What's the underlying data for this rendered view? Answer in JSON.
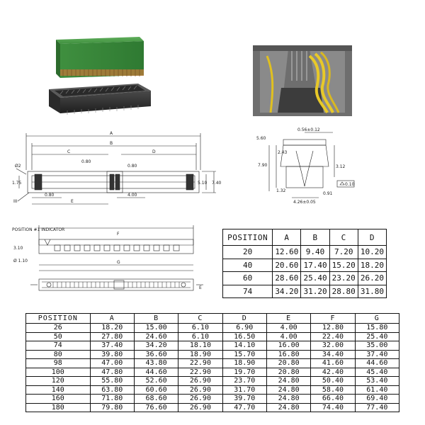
{
  "top_view_labels": {
    "A": "A",
    "B": "B",
    "C": "C",
    "D": "D",
    "E": "E",
    "B_dim": "0.80",
    "gap": "0.80",
    "pitch": "4.00",
    "h1": "1.75",
    "h2": "5.10",
    "h3": "7.40",
    "d2": "Ø2",
    "pad": "III"
  },
  "section_view_labels": {
    "top_width": "0.56±0.12",
    "w1": "5.60",
    "h1": "2.43",
    "h2": "7.90",
    "h3": "3.12",
    "h4": "1.32",
    "bottom_width": "4.26±0.05",
    "gap": "0.91",
    "flatness": "0.10"
  },
  "side_view_labels": {
    "indicator": "POSITION #1 INDICATOR",
    "h": "3.10",
    "dia": "Ø 1.10",
    "F": "F",
    "G": "G",
    "E": "E"
  },
  "small_table": {
    "headers": [
      "POSITION",
      "A",
      "B",
      "C",
      "D"
    ],
    "rows": [
      [
        "20",
        "12.60",
        "9.40",
        "7.20",
        "10.20"
      ],
      [
        "40",
        "20.60",
        "17.40",
        "15.20",
        "18.20"
      ],
      [
        "60",
        "28.60",
        "25.40",
        "23.20",
        "26.20"
      ],
      [
        "74",
        "34.20",
        "31.20",
        "28.80",
        "31.80"
      ]
    ]
  },
  "large_table": {
    "headers": [
      "POSITION",
      "A",
      "B",
      "C",
      "D",
      "E",
      "F",
      "G"
    ],
    "rows": [
      [
        "26",
        "18.20",
        "15.00",
        "6.10",
        "6.90",
        "4.00",
        "12.80",
        "15.80"
      ],
      [
        "50",
        "27.80",
        "24.60",
        "6.10",
        "16.50",
        "4.00",
        "22.40",
        "25.40"
      ],
      [
        "74",
        "37.40",
        "34.20",
        "18.10",
        "14.10",
        "16.00",
        "32.00",
        "35.00"
      ],
      [
        "80",
        "39.80",
        "36.60",
        "18.90",
        "15.70",
        "16.80",
        "34.40",
        "37.40"
      ],
      [
        "98",
        "47.00",
        "43.80",
        "22.90",
        "18.90",
        "20.80",
        "41.60",
        "44.60"
      ],
      [
        "100",
        "47.80",
        "44.60",
        "22.90",
        "19.70",
        "20.80",
        "42.40",
        "45.40"
      ],
      [
        "120",
        "55.80",
        "52.60",
        "26.90",
        "23.70",
        "24.80",
        "50.40",
        "53.40"
      ],
      [
        "140",
        "63.80",
        "60.60",
        "26.90",
        "31.70",
        "24.80",
        "58.40",
        "61.40"
      ],
      [
        "160",
        "71.80",
        "68.60",
        "26.90",
        "39.70",
        "24.80",
        "66.40",
        "69.40"
      ],
      [
        "180",
        "79.80",
        "76.60",
        "26.90",
        "47.70",
        "24.80",
        "74.40",
        "77.40"
      ]
    ]
  }
}
